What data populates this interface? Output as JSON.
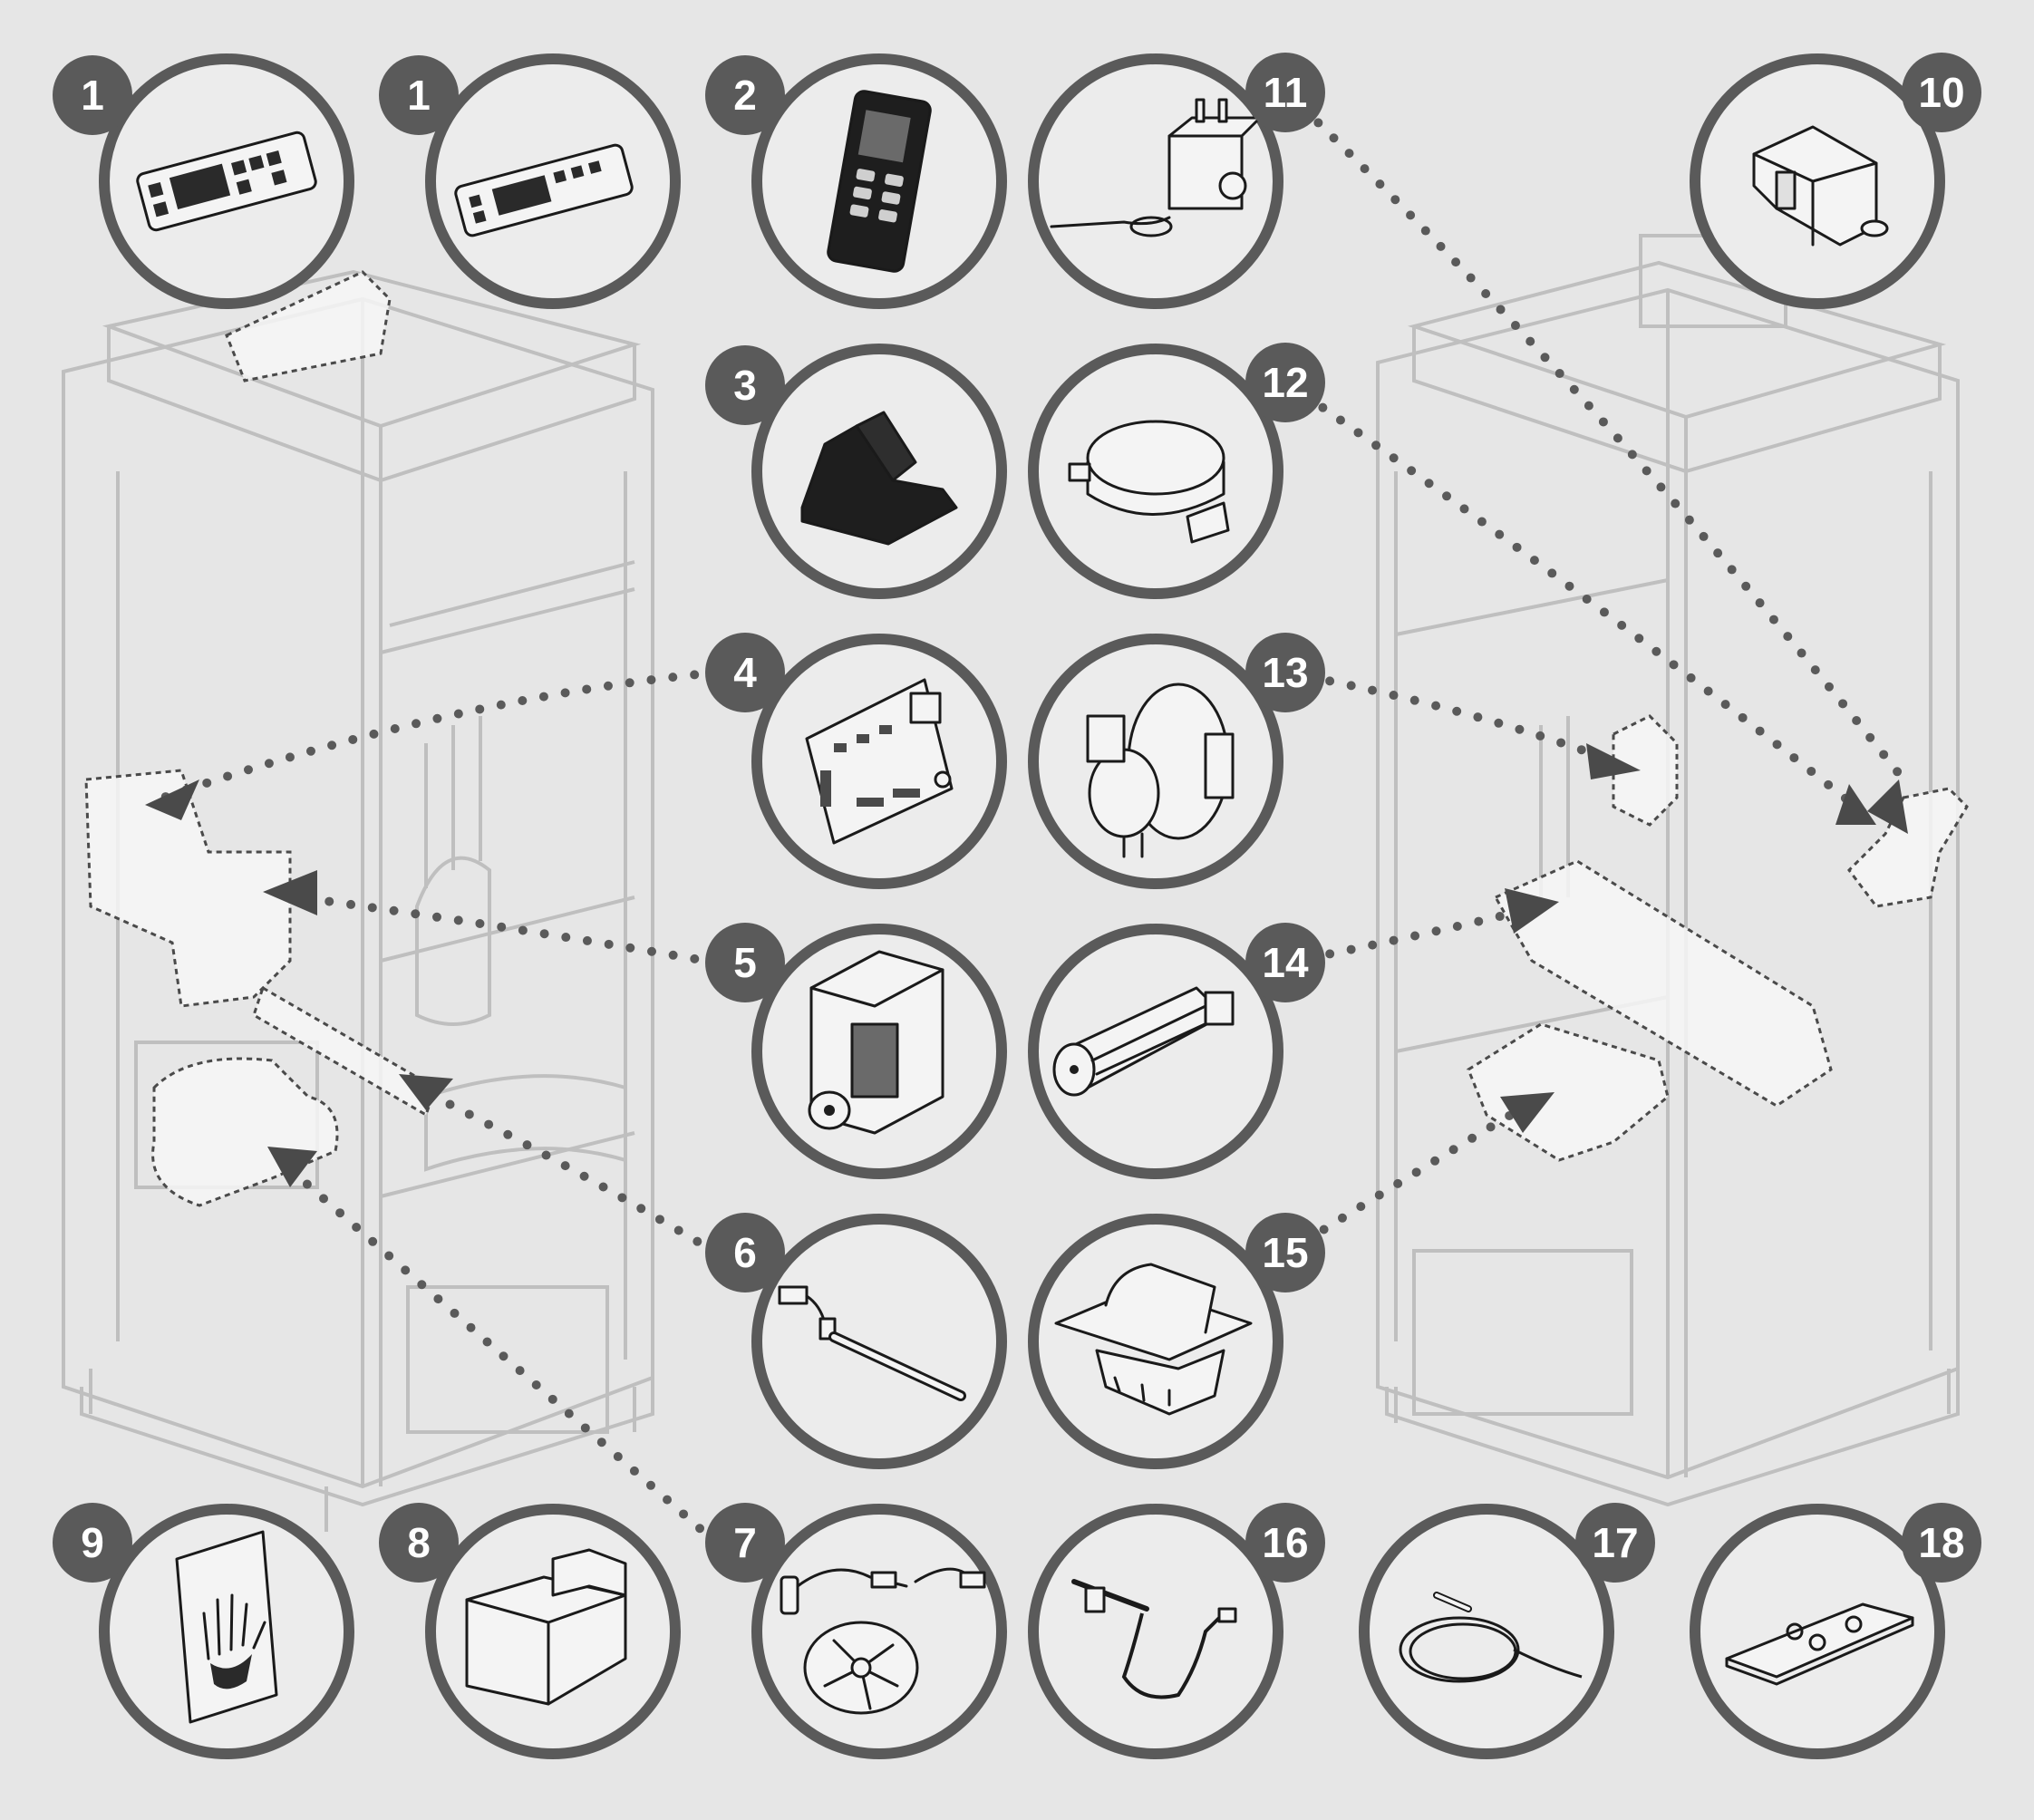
{
  "diagram": {
    "callouts": [
      {
        "id": "callout-1a",
        "number": "1",
        "part": "control-panel-icon"
      },
      {
        "id": "callout-1b",
        "number": "1",
        "part": "control-panel-icon"
      },
      {
        "id": "callout-2",
        "number": "2",
        "part": "wall-control-icon"
      },
      {
        "id": "callout-11",
        "number": "11",
        "part": "thermostat-icon"
      },
      {
        "id": "callout-10",
        "number": "10",
        "part": "cover-bracket-icon"
      },
      {
        "id": "callout-3",
        "number": "3",
        "part": "stand-icon"
      },
      {
        "id": "callout-12",
        "number": "12",
        "part": "pressure-switch-icon"
      },
      {
        "id": "callout-4",
        "number": "4",
        "part": "circuit-board-icon"
      },
      {
        "id": "callout-13",
        "number": "13",
        "part": "air-pressure-sensor-icon"
      },
      {
        "id": "callout-5",
        "number": "5",
        "part": "gear-motor-icon"
      },
      {
        "id": "callout-14",
        "number": "14",
        "part": "tangential-fan-icon"
      },
      {
        "id": "callout-6",
        "number": "6",
        "part": "igniter-icon"
      },
      {
        "id": "callout-15",
        "number": "15",
        "part": "burn-pot-icon"
      },
      {
        "id": "callout-9",
        "number": "9",
        "part": "glove-icon"
      },
      {
        "id": "callout-8",
        "number": "8",
        "part": "ash-tray-icon"
      },
      {
        "id": "callout-7",
        "number": "7",
        "part": "exhaust-fan-icon"
      },
      {
        "id": "callout-16",
        "number": "16",
        "part": "probe-icon"
      },
      {
        "id": "callout-17",
        "number": "17",
        "part": "cable-probe-icon"
      },
      {
        "id": "callout-18",
        "number": "18",
        "part": "remote-control-icon"
      }
    ],
    "colors": {
      "background": "#e6e6e6",
      "circle_outline": "#5a5a5a",
      "badge_fill": "#5a5a5a",
      "badge_text": "#ffffff",
      "stove_lines": "#bfbfbf",
      "leader_dots": "#5a5a5a"
    }
  }
}
